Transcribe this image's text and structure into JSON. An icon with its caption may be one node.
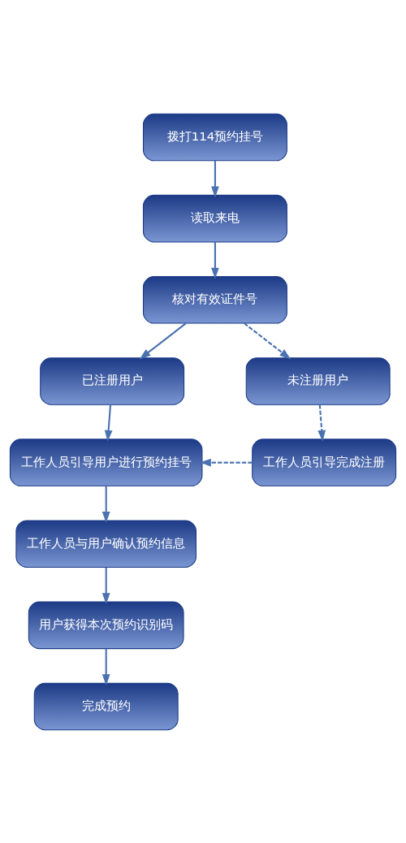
{
  "diagram": {
    "nodes": [
      {
        "text": [
          "拨打114预约挂号"
        ]
      },
      {
        "text": [
          "读取来电"
        ]
      },
      {
        "text": [
          "核对有效证件号"
        ]
      },
      {
        "text": [
          "已注册用户"
        ]
      },
      {
        "text": [
          "未注册用户"
        ]
      },
      {
        "text": [
          "工作人员引导用户进行预约挂号"
        ]
      },
      {
        "text": [
          "工作人员引导完成注册"
        ]
      },
      {
        "text": [
          "工作人员与用户确认预约信息"
        ]
      },
      {
        "text": [
          "用户获得本次预约识别码"
        ]
      },
      {
        "text": [
          "完成预约"
        ]
      }
    ],
    "edges": [
      {
        "from": 0,
        "to": 1,
        "arrow": "to"
      },
      {
        "from": 1,
        "to": 2,
        "arrow": "to"
      },
      {
        "from": 2,
        "to": 3,
        "arrow": "to"
      },
      {
        "from": 2,
        "to": 4,
        "arrow": "to",
        "style": "dashed"
      },
      {
        "from": 3,
        "to": 5,
        "arrow": "to"
      },
      {
        "from": 4,
        "to": 6,
        "arrow": "to",
        "style": "dashed"
      },
      {
        "from": 6,
        "to": 5,
        "arrow": "to",
        "style": "dashed"
      },
      {
        "from": 5,
        "to": 7,
        "arrow": "to"
      },
      {
        "from": 7,
        "to": 8,
        "arrow": "to"
      },
      {
        "from": 8,
        "to": 9,
        "arrow": "to"
      }
    ]
  }
}
